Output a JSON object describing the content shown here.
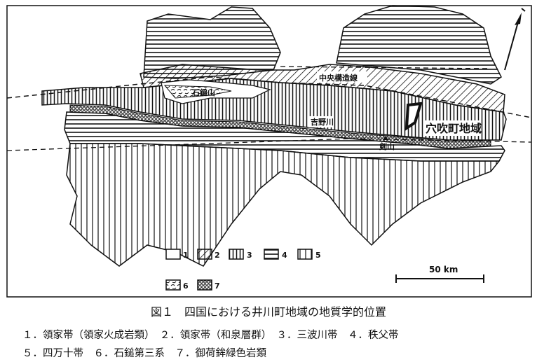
{
  "figure": {
    "caption": "図１　四国における井川町地域の地質学的位置",
    "legend_line1": "１．領家帯（領家火成岩類）　２．領家帯（和泉層群）　３．三波川帯　４．秩父帯",
    "legend_line2": "５．四万十帯　６．石鎚第三系　７．御荷鉾緑色岩類"
  },
  "map": {
    "labels": {
      "mtl": "中央構造線",
      "ishizuchi": "石鎚山",
      "yoshino": "吉野川",
      "area": "穴吹町地域",
      "tsurugi": "剣山"
    },
    "legend_keys": [
      "1",
      "2",
      "3",
      "4",
      "5",
      "6",
      "7"
    ],
    "scale_label": "50 km",
    "north_arrow": "north-arrow-icon"
  }
}
